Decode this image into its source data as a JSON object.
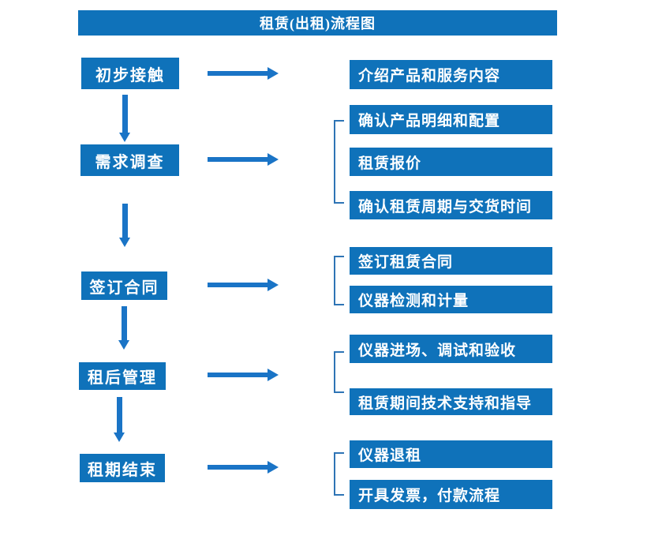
{
  "title": "租赁(出租)流程图",
  "colors": {
    "box_blue": "#0f72ba",
    "arrow_blue": "#1a74c6",
    "bracket_blue": "#2e74b5",
    "text_white": "#ffffff",
    "background": "#ffffff"
  },
  "left_steps": [
    {
      "label": "初步接触"
    },
    {
      "label": "需求调查"
    },
    {
      "label": "签订合同"
    },
    {
      "label": "租后管理"
    },
    {
      "label": "租期结束"
    }
  ],
  "right_items": [
    {
      "label": "介绍产品和服务内容"
    },
    {
      "label": "确认产品明细和配置"
    },
    {
      "label": "租赁报价"
    },
    {
      "label": "确认租赁周期与交货时间"
    },
    {
      "label": "签订租赁合同"
    },
    {
      "label": "仪器检测和计量"
    },
    {
      "label": "仪器进场、调试和验收"
    },
    {
      "label": "租赁期间技术支持和指导"
    },
    {
      "label": "仪器退租"
    },
    {
      "label": "开具发票，付款流程"
    }
  ]
}
